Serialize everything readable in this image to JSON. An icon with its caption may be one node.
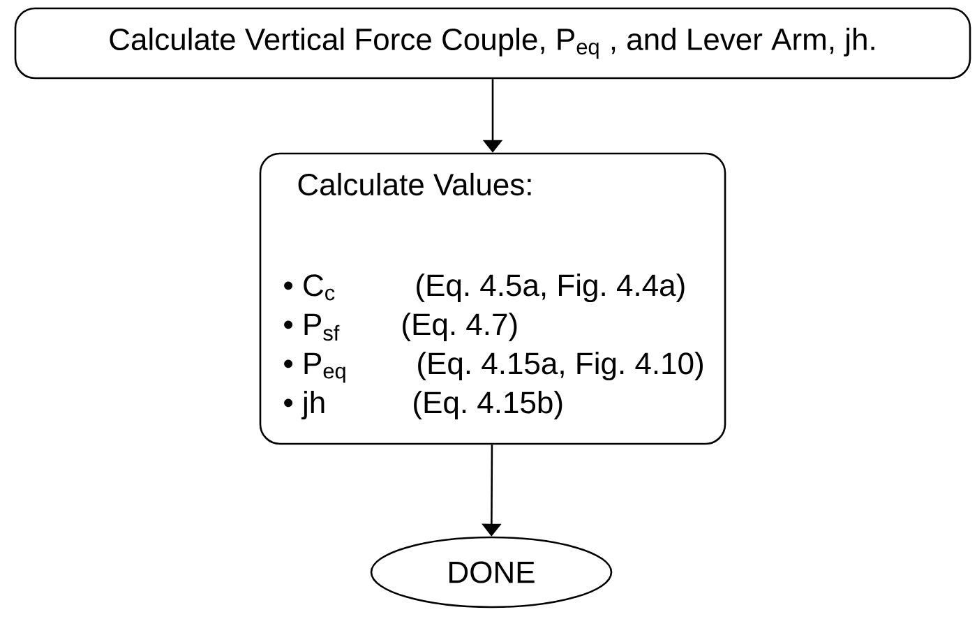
{
  "diagram": {
    "nodes": [
      {
        "text": [
          "Calculate Vertical Force Couple, P$_{eq}$ , and Lever Arm, jh."
        ]
      },
      {
        "text": [
          "Calculate Values:",
          "• C$_{c}$",
          "(Eq. 4.5a, Fig. 4.4a)",
          "• P$_{sf}$",
          "(Eq. 4.7)",
          "• P$_{eq}$",
          "(Eq. 4.15a, Fig. 4.10)",
          "• jh",
          "(Eq. 4.15b)"
        ]
      },
      {
        "text": [
          "DONE"
        ]
      }
    ],
    "edges": [
      {
        "from": 0,
        "to": 1,
        "arrow": "to"
      },
      {
        "from": 1,
        "to": 2,
        "arrow": "to"
      }
    ]
  }
}
